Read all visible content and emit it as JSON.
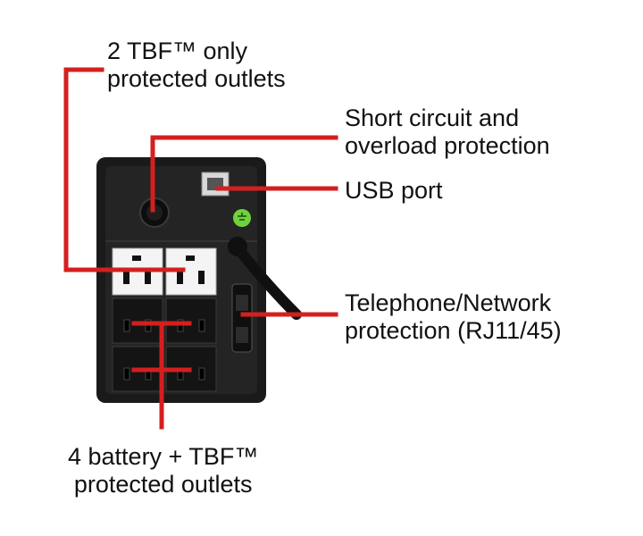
{
  "labels": {
    "tbf_only": [
      "2 TBF™ only",
      "protected outlets"
    ],
    "short_circuit": [
      "Short circuit and",
      "overload protection"
    ],
    "usb": [
      "USB port"
    ],
    "telephone": [
      "Telephone/Network",
      "protection (RJ11/45)"
    ],
    "battery": [
      "4 battery + TBF™",
      "protected outlets"
    ]
  },
  "colors": {
    "callout": "#d41f1f",
    "device_body": "#1a1a1a",
    "outlet": "#f4f4f4",
    "ground_badge": "#6fd23c"
  },
  "icons": {
    "usb": "usb-port-icon",
    "breaker": "circuit-breaker-icon",
    "ground": "ground-badge-icon",
    "outlet": "power-outlet-icon",
    "rj": "rj11-rj45-jack-icon"
  }
}
